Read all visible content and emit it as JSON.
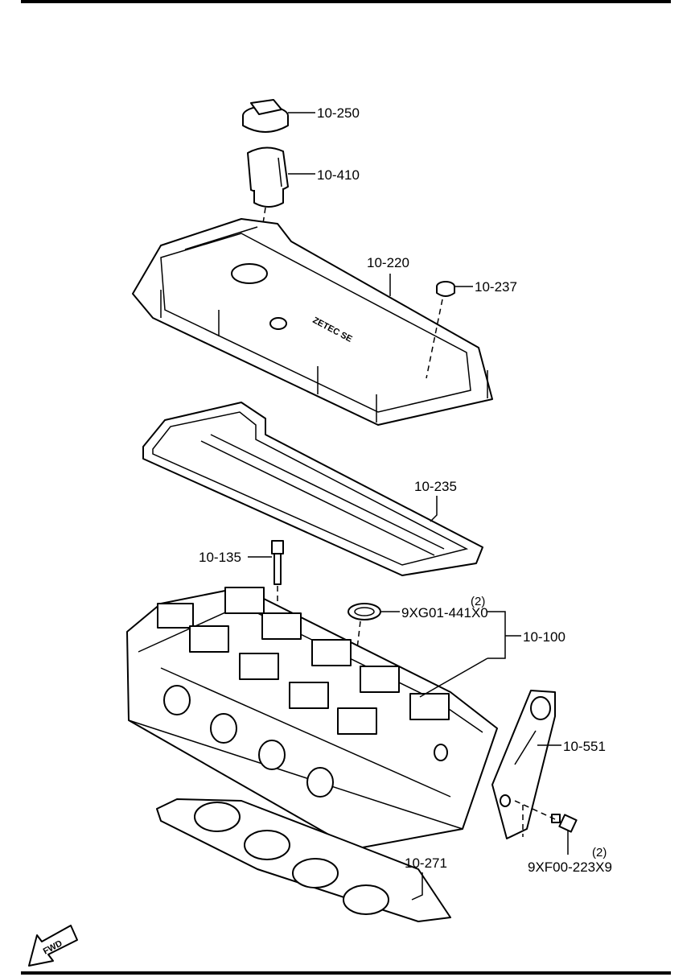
{
  "parts": {
    "oil_cap": "10-250",
    "oil_filler_pipe": "10-410",
    "cylinder_head_cover": "10-220",
    "cover_bolt": "10-237",
    "cover_gasket": "10-235",
    "head_bolt": "10-135",
    "seal": "9XG01-441X0",
    "seal_qty": "(2)",
    "cylinder_head": "10-100",
    "plate_gasket": "10-551",
    "plate_bolt": "9XF00-223X9",
    "plate_bolt_qty": "(2)",
    "head_gasket": "10-271"
  },
  "cover_marking": "ZETEC SE",
  "direction": "FWD"
}
